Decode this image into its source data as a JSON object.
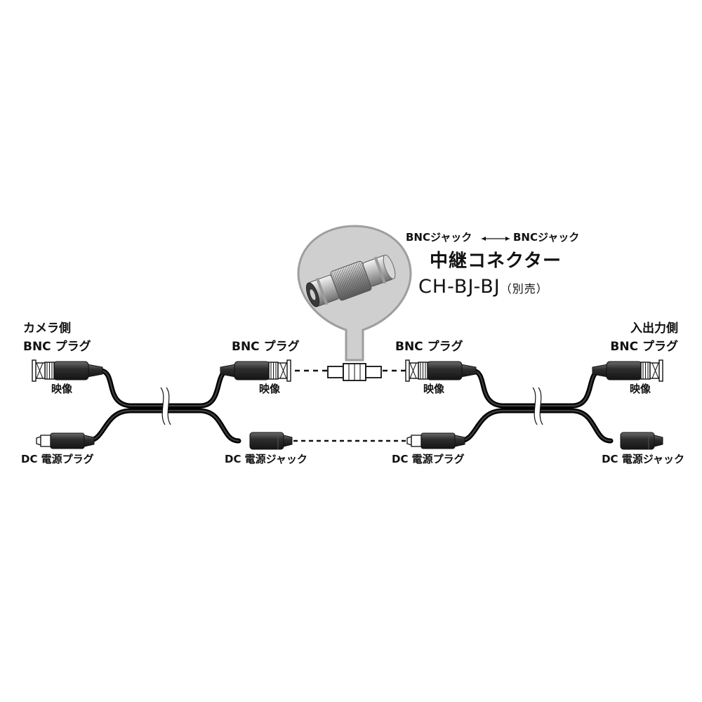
{
  "connector_header": {
    "left_jack": "BNCジャック",
    "right_jack": "BNCジャック",
    "title": "中継コネクター",
    "model": "CH-BJ-BJ",
    "model_note": "（別売）"
  },
  "left_cable": {
    "side_label": "カメラ側",
    "bnc_plug_left": "BNC プラグ",
    "video_left": "映像",
    "dc_plug": "DC 電源プラグ",
    "bnc_plug_right": "BNC プラグ",
    "video_right": "映像",
    "dc_jack": "DC 電源ジャック"
  },
  "right_cable": {
    "bnc_plug_left": "BNC プラグ",
    "video_left": "映像",
    "dc_plug": "DC 電源プラグ",
    "side_label": "入出力側",
    "bnc_plug_right": "BNC プラグ",
    "video_right": "映像",
    "dc_jack": "DC 電源ジャック"
  },
  "colors": {
    "cable": "#1a1a1a",
    "connector_body": "#333333",
    "metal": "#bdbdbd",
    "bubble": "#cfcfcf",
    "bubble_border": "#9e9e9e"
  }
}
